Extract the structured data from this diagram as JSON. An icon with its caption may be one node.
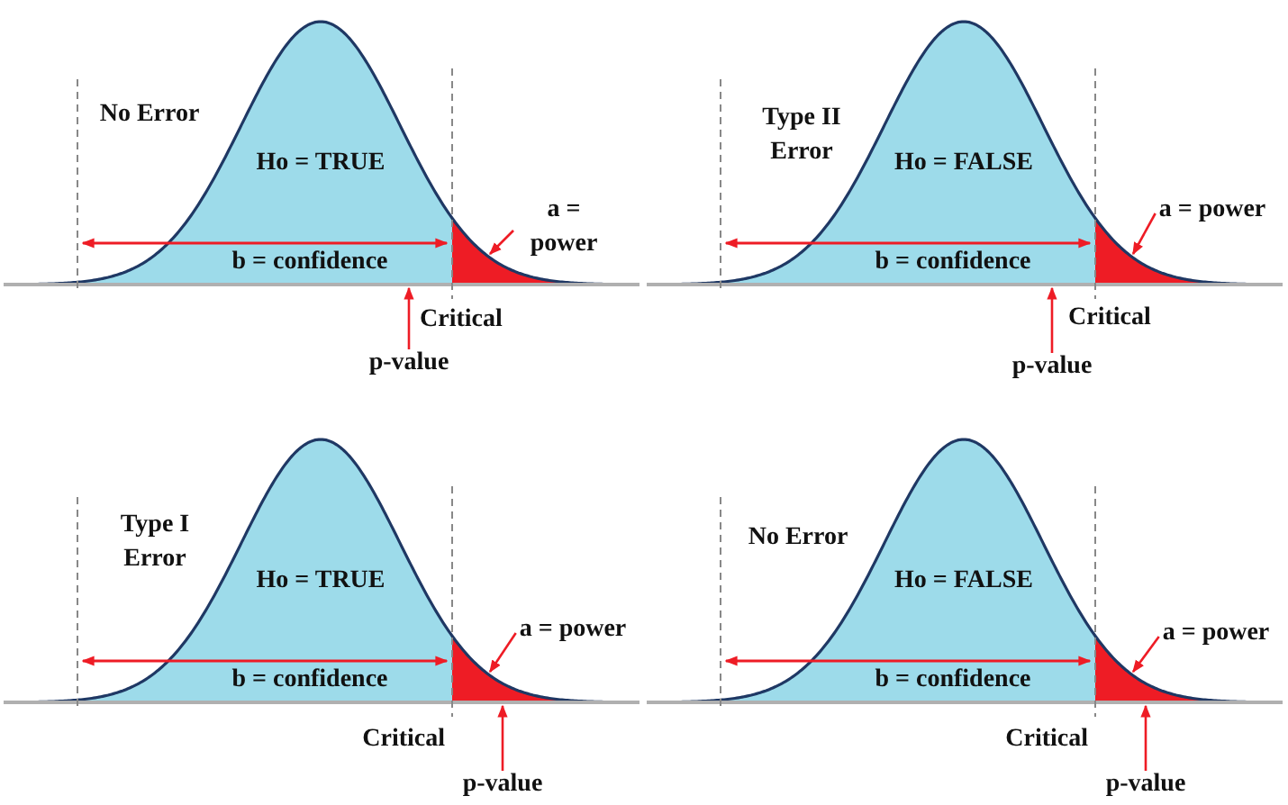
{
  "diagram": {
    "nodes": [
      {
        "text": [
          "Ho = TRUE"
        ],
        "beside": [
          "Critical"
        ]
      },
      {
        "text": [
          "a = power"
        ]
      },
      {
        "text": [
          "p-value"
        ]
      },
      {
        "text": [
          "Ho = FALSE"
        ],
        "beside": [
          "Critical"
        ]
      },
      {
        "text": [
          "a = power"
        ]
      },
      {
        "text": [
          "p-value"
        ]
      },
      {
        "text": [
          "Ho = TRUE"
        ],
        "beside": [
          "Critical"
        ]
      },
      {
        "text": [
          "a = power"
        ]
      },
      {
        "text": [
          "p-value"
        ]
      },
      {
        "text": [
          "Ho = FALSE"
        ],
        "beside": [
          "Critical"
        ]
      },
      {
        "text": [
          "a = power"
        ]
      },
      {
        "text": [
          "p-value"
        ]
      }
    ],
    "edges": [
      {
        "from": 1,
        "to": 0,
        "arrow": "to"
      },
      {
        "from": 2,
        "to": 0,
        "arrow": "to"
      },
      {
        "from": 4,
        "to": 3,
        "arrow": "to"
      },
      {
        "from": 5,
        "to": 3,
        "arrow": "to"
      },
      {
        "from": 7,
        "to": 6,
        "arrow": "to"
      },
      {
        "from": 8,
        "to": 6,
        "arrow": "to"
      },
      {
        "from": 10,
        "to": 9,
        "arrow": "to"
      },
      {
        "from": 11,
        "to": 9,
        "arrow": "to"
      }
    ],
    "labels": [
      "No Error",
      "b = confidence",
      "Type II Error",
      "b = confidence",
      "Type I Error",
      "b = confidence",
      "No Error",
      "b = confidence"
    ]
  }
}
